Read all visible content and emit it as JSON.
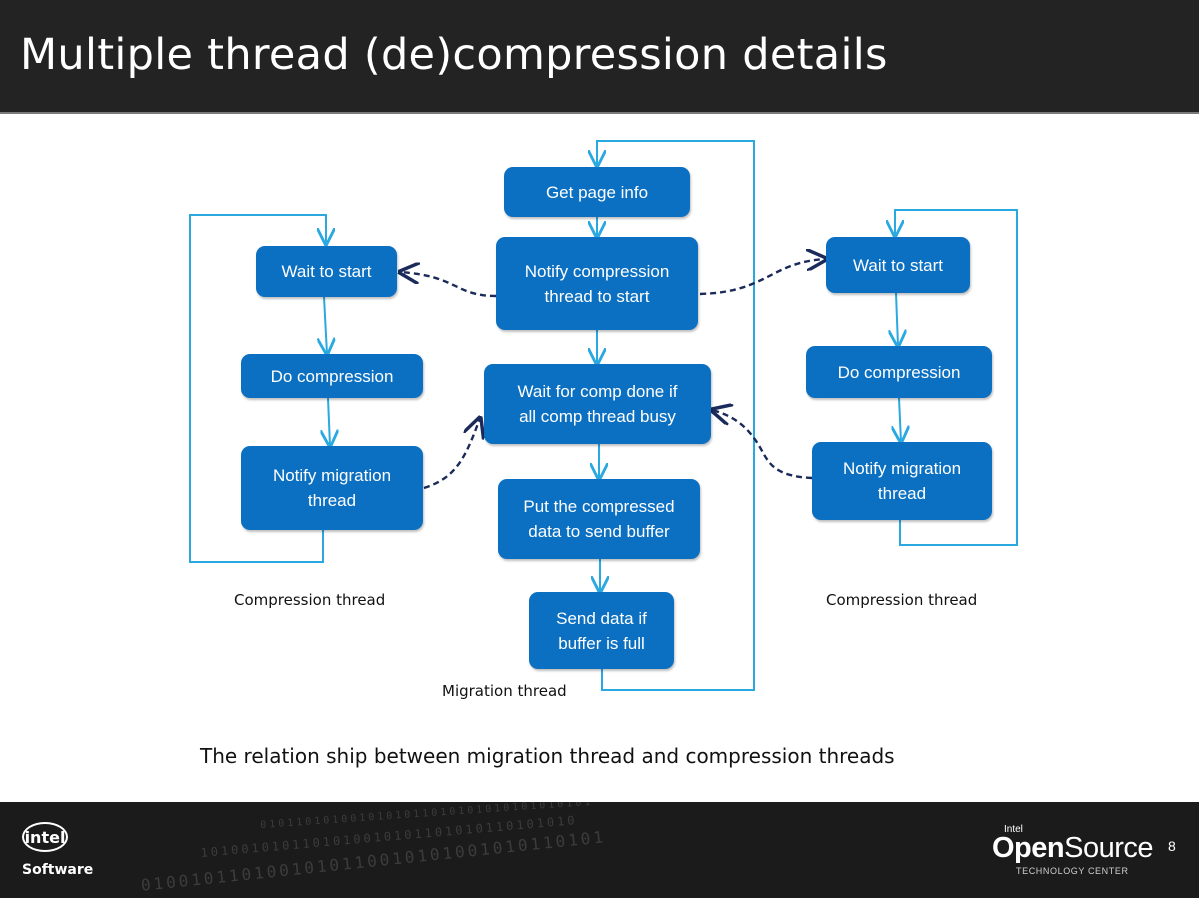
{
  "header": {
    "title": "Multiple thread (de)compression details"
  },
  "migration": {
    "get_page_info": "Get page info",
    "notify_start": "Notify compression\nthread to start",
    "wait_comp_done": "Wait for comp done if\nall comp thread busy",
    "put_compressed": "Put the compressed\ndata to send buffer",
    "send_data": "Send data if\nbuffer is full",
    "label": "Migration thread"
  },
  "left_thread": {
    "wait_to_start": "Wait to start",
    "do_compression": "Do compression",
    "notify_migration": "Notify migration\nthread",
    "label": "Compression thread"
  },
  "right_thread": {
    "wait_to_start": "Wait to start",
    "do_compression": "Do compression",
    "notify_migration": "Notify migration\nthread",
    "label": "Compression thread"
  },
  "caption": "The relation ship between migration thread and compression threads",
  "footer": {
    "intel_logo": "intel",
    "software": "Software",
    "os_intel": "Intel",
    "os_open": "Open",
    "os_source": "Source",
    "os_center": "TECHNOLOGY CENTER",
    "page_number": "8",
    "binary_rows": [
      "0100101101001010110010101001010110101",
      "1010010101101010010101101010110101010",
      "0101101010010101011010101010101010101"
    ]
  },
  "colors": {
    "box": "#0b70c2",
    "line": "#2aa8e0",
    "dash": "#1a2a5a"
  }
}
